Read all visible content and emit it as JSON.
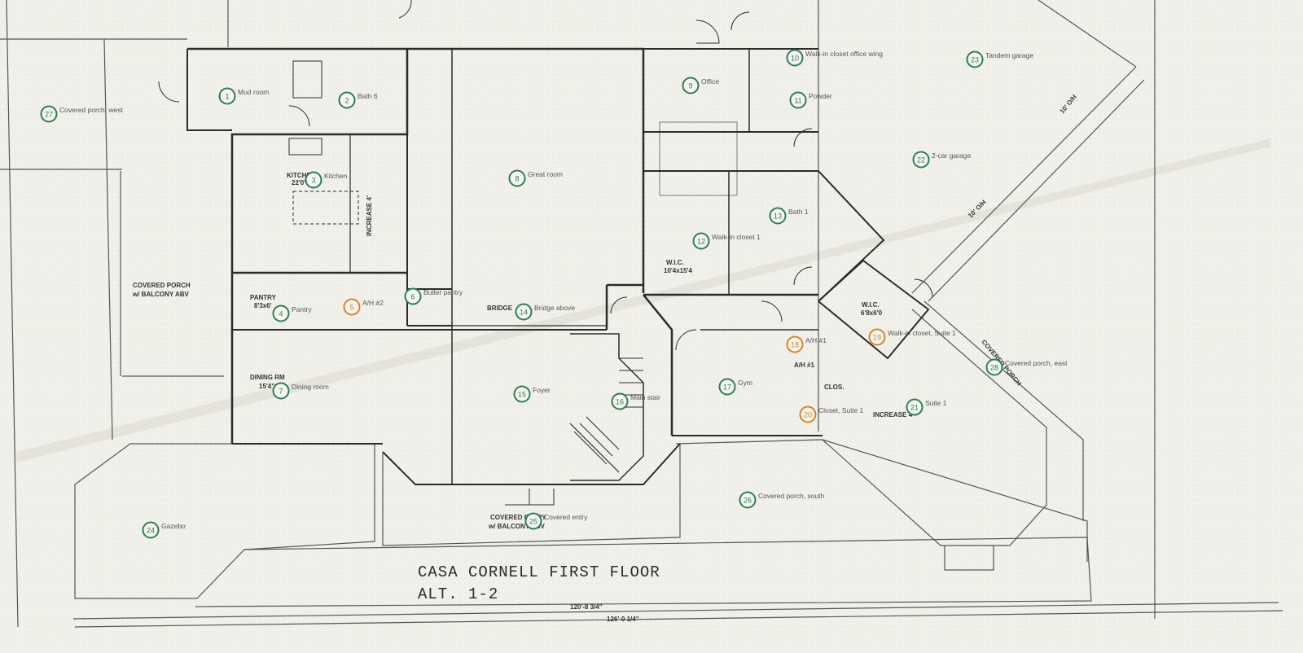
{
  "plan": {
    "title_line1": "CASA CORNELL FIRST FLOOR",
    "title_line2": "ALT. 1-2",
    "colors": {
      "marker_room": "#2e7d5b",
      "marker_mech": "#d9822b",
      "wall": "#2b2b2b",
      "paper": "#f1f0ea"
    },
    "plan_labels": [
      {
        "text": "COVERED PORCH"
      },
      {
        "text": "w/ BALCONY ABV"
      },
      {
        "text": "PANTRY"
      },
      {
        "text": "8'3x6'"
      },
      {
        "text": "DINING RM"
      },
      {
        "text": "15'4\""
      },
      {
        "text": "KITCHEN"
      },
      {
        "text": "22'0\""
      },
      {
        "text": "INCREASE 4'"
      },
      {
        "text": "BRIDGE"
      },
      {
        "text": "W.I.C."
      },
      {
        "text": "10'4x15'4"
      },
      {
        "text": "A/H #1"
      },
      {
        "text": "CLOS."
      },
      {
        "text": "INCREASE 4'"
      },
      {
        "text": "COVERED ENTRY"
      },
      {
        "text": "w/ BALCONY ABV"
      },
      {
        "text": "COVERED PORCH"
      },
      {
        "text": "W.I.C."
      },
      {
        "text": "6'8x6'0"
      },
      {
        "text": "10' O/H"
      },
      {
        "text": "10' O/H"
      },
      {
        "text": "120'-8 3/4\""
      },
      {
        "text": "126'-0 1/4\""
      }
    ],
    "markers": [
      {
        "num": "1",
        "label": "Mud room",
        "kind": "room"
      },
      {
        "num": "2",
        "label": "Bath 6",
        "kind": "room"
      },
      {
        "num": "3",
        "label": "Kitchen",
        "kind": "room"
      },
      {
        "num": "4",
        "label": "Pantry",
        "kind": "room"
      },
      {
        "num": "5",
        "label": "A/H #2",
        "kind": "mech"
      },
      {
        "num": "6",
        "label": "Butler pantry",
        "kind": "room"
      },
      {
        "num": "7",
        "label": "Dining room",
        "kind": "room"
      },
      {
        "num": "8",
        "label": "Great room",
        "kind": "room"
      },
      {
        "num": "9",
        "label": "Office",
        "kind": "room"
      },
      {
        "num": "10",
        "label": "Walk-in closet office wing",
        "kind": "room"
      },
      {
        "num": "11",
        "label": "Powder",
        "kind": "room"
      },
      {
        "num": "12",
        "label": "Walk-in closet 1",
        "kind": "room"
      },
      {
        "num": "13",
        "label": "Bath 1",
        "kind": "room"
      },
      {
        "num": "14",
        "label": "Bridge above",
        "kind": "room"
      },
      {
        "num": "15",
        "label": "Foyer",
        "kind": "room"
      },
      {
        "num": "16",
        "label": "Main stair",
        "kind": "room"
      },
      {
        "num": "17",
        "label": "Gym",
        "kind": "room"
      },
      {
        "num": "18",
        "label": "A/H #1",
        "kind": "mech"
      },
      {
        "num": "19",
        "label": "Walk-in closet, Suite 1",
        "kind": "mech"
      },
      {
        "num": "20",
        "label": "Closet, Suite 1",
        "kind": "mech"
      },
      {
        "num": "21",
        "label": "Suite 1",
        "kind": "room"
      },
      {
        "num": "22",
        "label": "2-car garage",
        "kind": "room"
      },
      {
        "num": "23",
        "label": "Tandem garage",
        "kind": "room"
      },
      {
        "num": "24",
        "label": "Gazebo",
        "kind": "room"
      },
      {
        "num": "25",
        "label": "Covered entry",
        "kind": "room"
      },
      {
        "num": "26",
        "label": "Covered porch, south",
        "kind": "room"
      },
      {
        "num": "27",
        "label": "Covered porch, west",
        "kind": "room"
      },
      {
        "num": "28",
        "label": "Covered porch, east",
        "kind": "room"
      }
    ]
  }
}
